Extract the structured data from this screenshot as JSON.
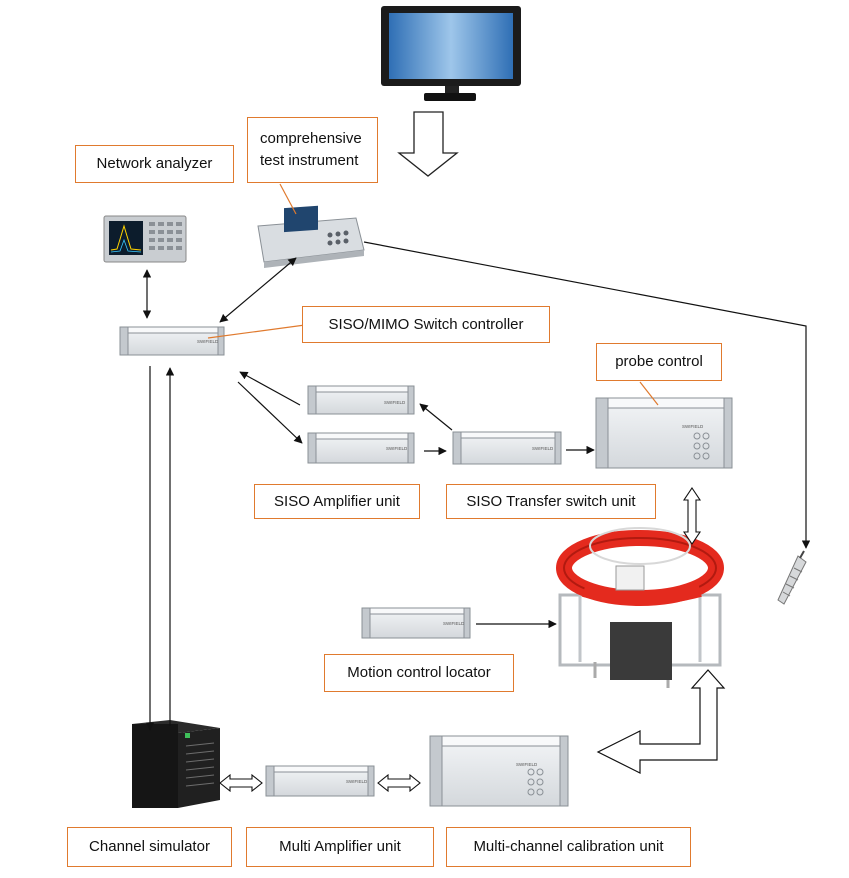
{
  "labels": {
    "network_analyzer": "Network analyzer",
    "comprehensive_test_line1": "comprehensive",
    "comprehensive_test_line2": "test instrument",
    "switch_controller": "SISO/MIMO Switch controller",
    "probe_control": "probe control",
    "siso_amplifier": "SISO Amplifier unit",
    "siso_transfer_switch": "SISO Transfer switch unit",
    "motion_control_locator": "Motion control locator",
    "channel_simulator": "Channel simulator",
    "multi_amplifier": "Multi Amplifier unit",
    "multi_channel_calibration": "Multi-channel calibration unit"
  },
  "device_brand": "SWIFIELD",
  "colors": {
    "callout_border": "#e07a2e",
    "chamber_red": "#e42a1e",
    "monitor_screen": "#3d7fc4",
    "device_body": "#e9ecef",
    "arrow": "#111111"
  }
}
